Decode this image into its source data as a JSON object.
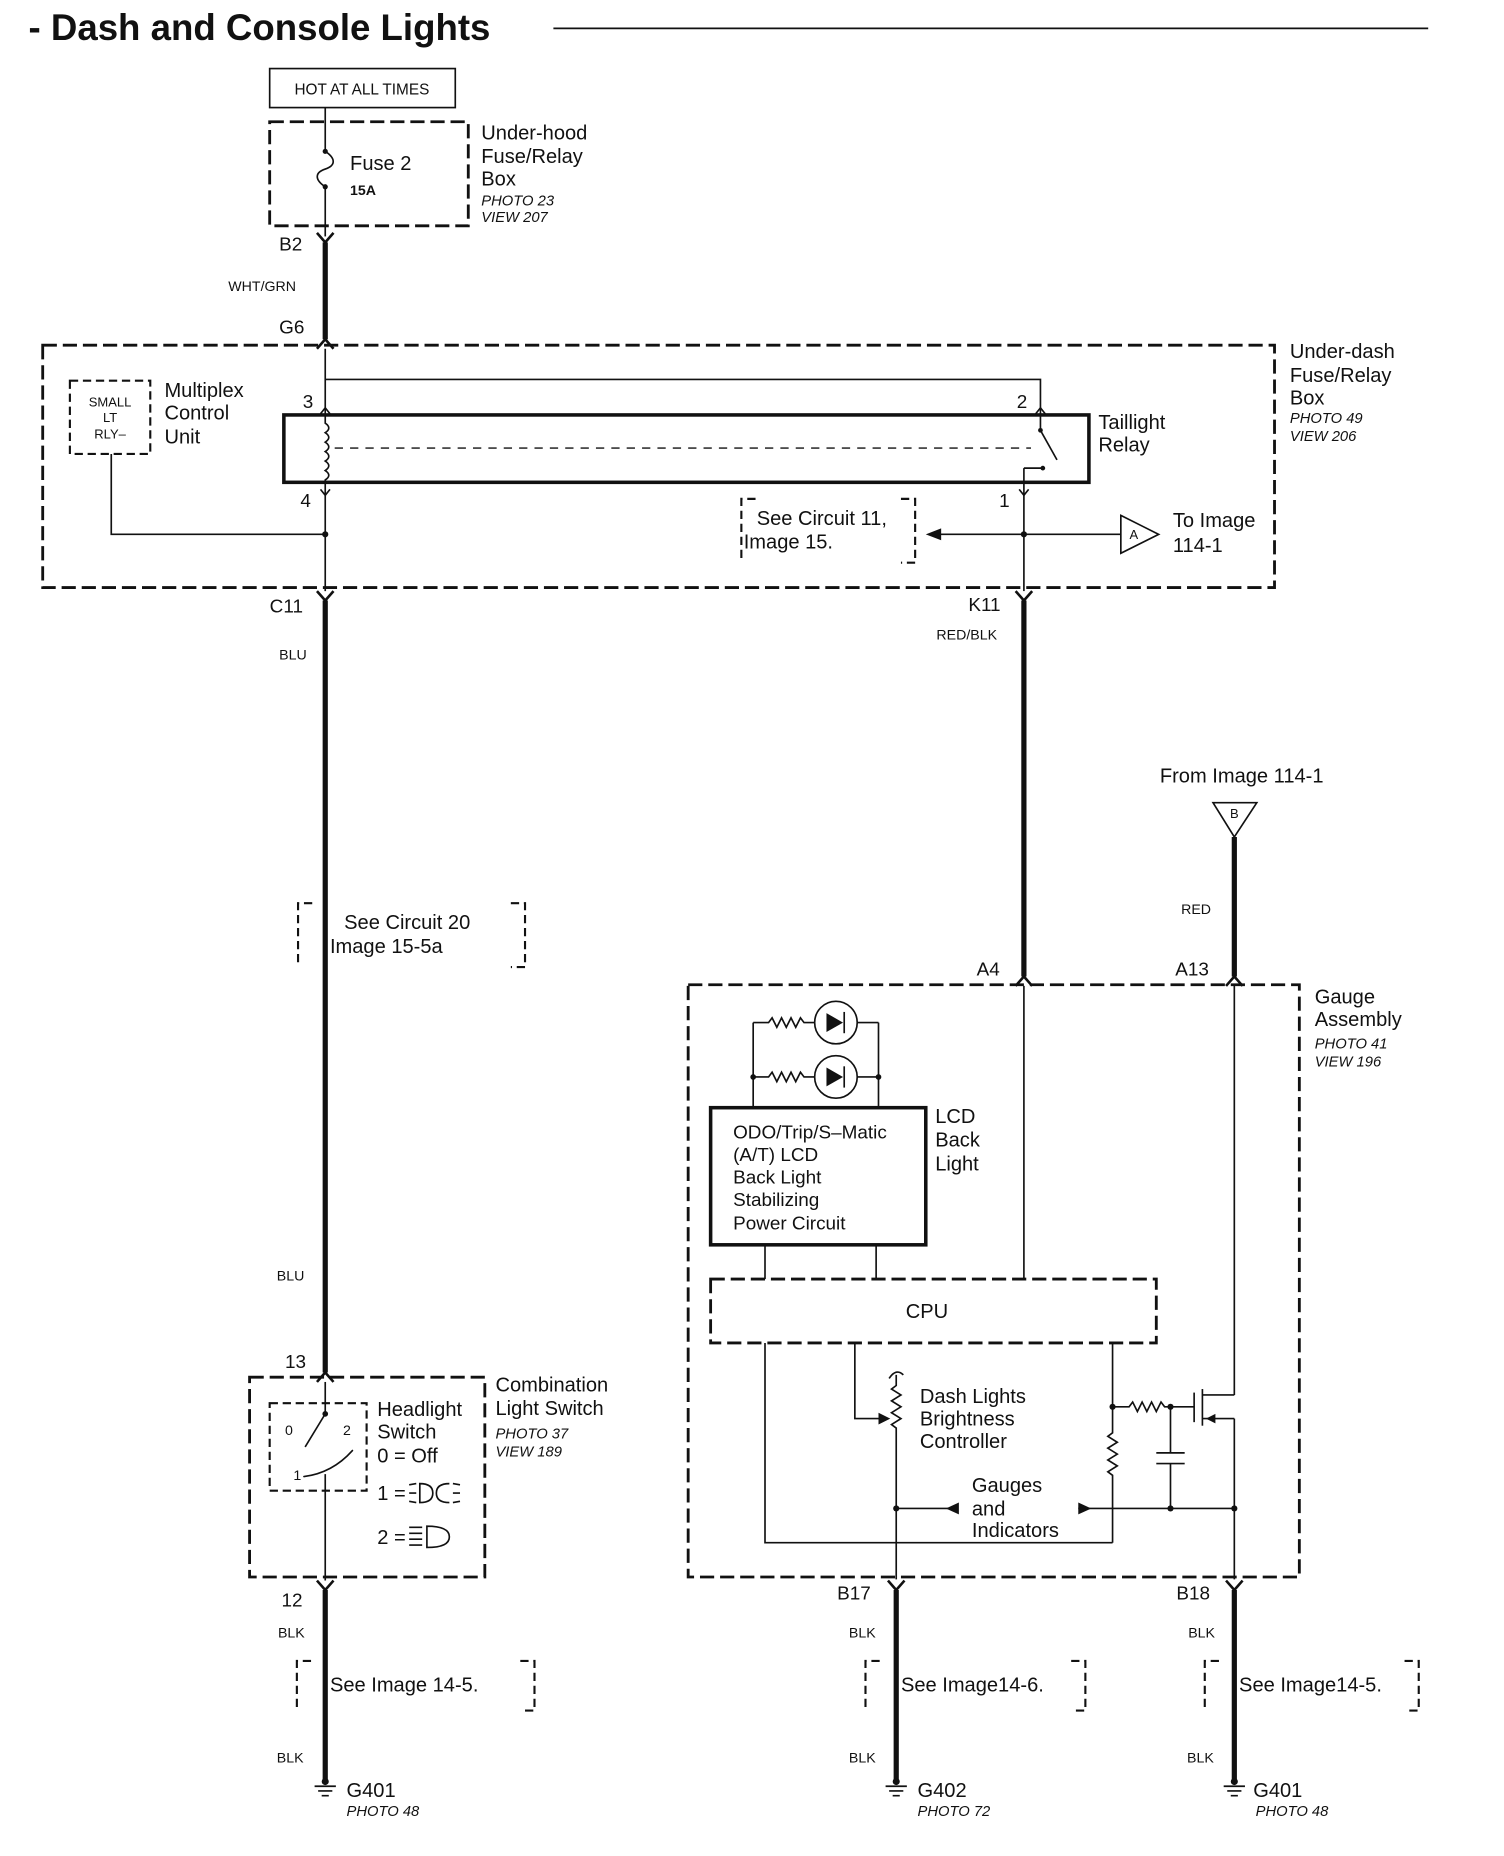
{
  "title": "- Dash and Console Lights",
  "colors": {
    "ink": "#111111",
    "paper": "#ffffff"
  },
  "power_source": "HOT AT ALL TIMES",
  "underhood": {
    "fuse_name": "Fuse 2",
    "fuse_rating": "15A",
    "label": [
      "Under-hood",
      "Fuse/Relay",
      "Box"
    ],
    "photo": "PHOTO 23",
    "view": "VIEW 207"
  },
  "underdash": {
    "label": [
      "Under-dash",
      "Fuse/Relay",
      "Box"
    ],
    "photo": "PHOTO 49",
    "view": "VIEW 206",
    "small_lt_rly": [
      "SMALL",
      "LT",
      "RLY–"
    ],
    "mcu": [
      "Multiplex",
      "Control",
      "Unit"
    ],
    "relay": [
      "Taillight",
      "Relay"
    ],
    "pins": [
      "3",
      "2",
      "4",
      "1"
    ],
    "see_circuit": [
      "See Circuit 11,",
      "Image 15."
    ],
    "to_image": [
      "To Image",
      "114-1"
    ],
    "connector": "A"
  },
  "terminals": {
    "b2": "B2",
    "g6": "G6",
    "c11": "C11",
    "k11": "K11",
    "a4": "A4",
    "a13": "A13",
    "t13": "13",
    "t12": "12",
    "b17": "B17",
    "b18": "B18"
  },
  "wires": {
    "b2_g6": "WHT/GRN",
    "c11_upper": "BLU",
    "c11_lower": "BLU",
    "k11": "RED/BLK",
    "a13": "RED",
    "t12_upper": "BLK",
    "t12_lower": "BLK",
    "b17_upper": "BLK",
    "b17_lower": "BLK",
    "b18_upper": "BLK",
    "b18_lower": "BLK"
  },
  "from_image": {
    "label": "From Image 114-1",
    "connector": "B"
  },
  "circuit_ref": [
    "See Circuit 20",
    "Image 15-5a"
  ],
  "gauge_assembly": {
    "label": [
      "Gauge",
      "Assembly"
    ],
    "photo": "PHOTO 41",
    "view": "VIEW 196",
    "lcd_backlight": [
      "LCD",
      "Back",
      "Light"
    ],
    "stabilizer": [
      "ODO/Trip/S–Matic",
      "(A/T) LCD",
      "Back Light",
      "Stabilizing",
      "Power Circuit"
    ],
    "cpu": "CPU",
    "brightness": [
      "Dash Lights",
      "Brightness",
      "Controller"
    ],
    "gauges": [
      "Gauges",
      "and",
      "Indicators"
    ]
  },
  "combination_switch": {
    "label": [
      "Combination",
      "Light Switch"
    ],
    "photo": "PHOTO 37",
    "view": "VIEW 189",
    "switch_label": [
      "Headlight",
      "Switch"
    ],
    "legend": [
      "0 = Off",
      "1 =",
      "2 ="
    ],
    "positions": [
      "0",
      "2",
      "1"
    ]
  },
  "image_refs": [
    "See Image 14-5.",
    "See Image14-6.",
    "See Image14-5."
  ],
  "grounds": [
    {
      "name": "G401",
      "photo": "PHOTO 48"
    },
    {
      "name": "G402",
      "photo": "PHOTO 72"
    },
    {
      "name": "G401",
      "photo": "PHOTO 48"
    }
  ],
  "icons": [
    "fuse-icon",
    "relay-coil-icon",
    "relay-switch-icon",
    "connector-icon",
    "diode-icon",
    "resistor-icon",
    "potentiometer-icon",
    "capacitor-icon",
    "transistor-icon",
    "ground-icon",
    "parking-lights-icon",
    "headlights-icon"
  ]
}
